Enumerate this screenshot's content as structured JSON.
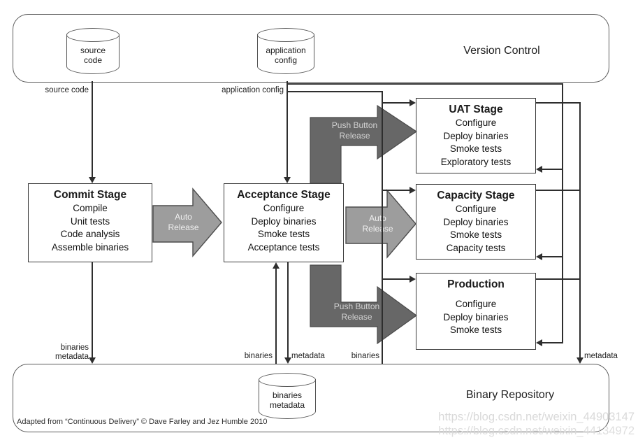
{
  "version_control": {
    "title": "Version Control"
  },
  "binary_repository": {
    "title": "Binary Repository",
    "attribution": "Adapted from “Continuous Delivery” © Dave Farley and Jez Humble 2010"
  },
  "cylinders": {
    "source_code": "source\ncode",
    "application_config": "application\nconfig",
    "binaries_metadata": "binaries\nmetadata"
  },
  "stages": {
    "commit": {
      "title": "Commit Stage",
      "items": [
        "Compile",
        "Unit tests",
        "Code analysis",
        "Assemble binaries"
      ]
    },
    "acceptance": {
      "title": "Acceptance Stage",
      "items": [
        "Configure",
        "Deploy binaries",
        "Smoke tests",
        "Acceptance tests"
      ]
    },
    "uat": {
      "title": "UAT Stage",
      "items": [
        "Configure",
        "Deploy binaries",
        "Smoke tests",
        "Exploratory tests"
      ]
    },
    "capacity": {
      "title": "Capacity Stage",
      "items": [
        "Configure",
        "Deploy binaries",
        "Smoke tests",
        "Capacity tests"
      ]
    },
    "production": {
      "title": "Production",
      "items": [
        "Configure",
        "Deploy binaries",
        "Smoke tests"
      ]
    }
  },
  "arrows": {
    "auto_release": "Auto\nRelease",
    "push_button_release": "Push Button\nRelease"
  },
  "flow_labels": {
    "source_code": "source code",
    "application_config": "application config",
    "commit_output": "binaries\nmetadata",
    "acceptance_input_binaries": "binaries",
    "acceptance_output_metadata": "metadata",
    "trunk_binaries": "binaries",
    "right_metadata": "metadata"
  },
  "watermarks": [
    "https://blog.csdn.net/weixin_44903147",
    "https://blog.csdn.net/weixin_44134972"
  ],
  "colors": {
    "line": "#2e2e2e",
    "auto_fill": "#9d9d9d",
    "auto_stroke": "#4d4d4d",
    "push_fill": "#676767",
    "push_stroke": "#4a4a4a",
    "arrow_text_light": "#efefef",
    "arrow_text_dark": "#d2d2d2",
    "watermark": "#d9d9d9"
  }
}
